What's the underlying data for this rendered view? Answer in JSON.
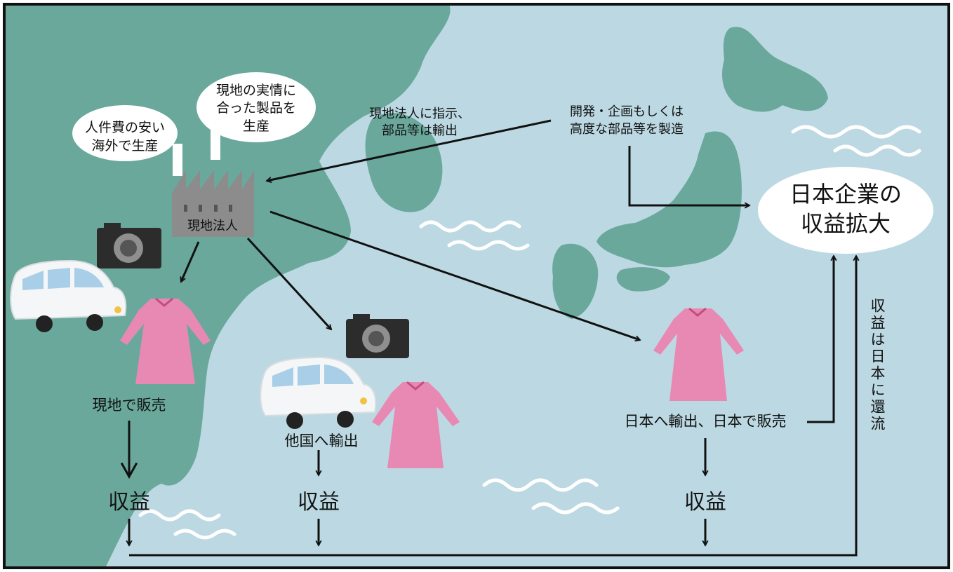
{
  "colors": {
    "sea": "#bcd9e3",
    "land": "#6aa89c",
    "frame": "#111111",
    "dress": "#e889b3",
    "car": "#f4f6f7",
    "factory": "#8c8c8c"
  },
  "icons": [
    "factory-icon",
    "camera-icon",
    "car-icon",
    "dress-icon",
    "wave-icon",
    "speech-bubble"
  ],
  "bubbles": {
    "labor_cost": [
      "人件費の安い",
      "海外で生産"
    ],
    "local_products": [
      "現地の実情に",
      "合った製品を",
      "生産"
    ],
    "profit_expansion": [
      "日本企業の",
      "収益拡大"
    ]
  },
  "labels": {
    "factory": "現地法人",
    "instruct": [
      "現地法人に指示、",
      "部品等は輸出"
    ],
    "develop": [
      "開発・企画もしくは",
      "高度な部品等を製造"
    ],
    "local_sale": "現地で販売",
    "export_other": "他国へ輸出",
    "export_japan": "日本へ輸出、日本で販売",
    "profit": "収益",
    "return_japan": "収益は日本に還流"
  }
}
